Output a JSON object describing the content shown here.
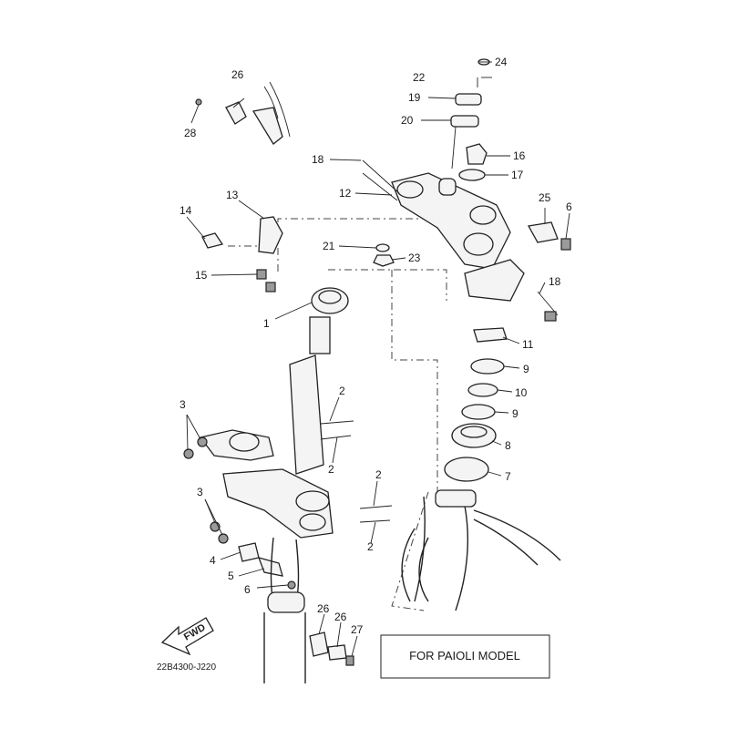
{
  "diagram": {
    "drawing_code": "22B4300-J220",
    "model_note": "FOR PAIOLI MODEL",
    "fwd_label": "FWD",
    "callouts": {
      "c1": "1",
      "c2a": "2",
      "c2b": "2",
      "c2c": "2",
      "c2d": "2",
      "c3a": "3",
      "c3b": "3",
      "c4": "4",
      "c5": "5",
      "c6a": "6",
      "c6b": "6",
      "c7": "7",
      "c8": "8",
      "c9a": "9",
      "c9b": "9",
      "c10": "10",
      "c11": "11",
      "c12": "12",
      "c13": "13",
      "c14": "14",
      "c15": "15",
      "c16": "16",
      "c17": "17",
      "c18a": "18",
      "c18b": "18",
      "c19": "19",
      "c20": "20",
      "c21": "21",
      "c22": "22",
      "c23": "23",
      "c24": "24",
      "c25": "25",
      "c26a": "26",
      "c26b": "26",
      "c26c": "26",
      "c27": "27",
      "c28": "28"
    }
  }
}
